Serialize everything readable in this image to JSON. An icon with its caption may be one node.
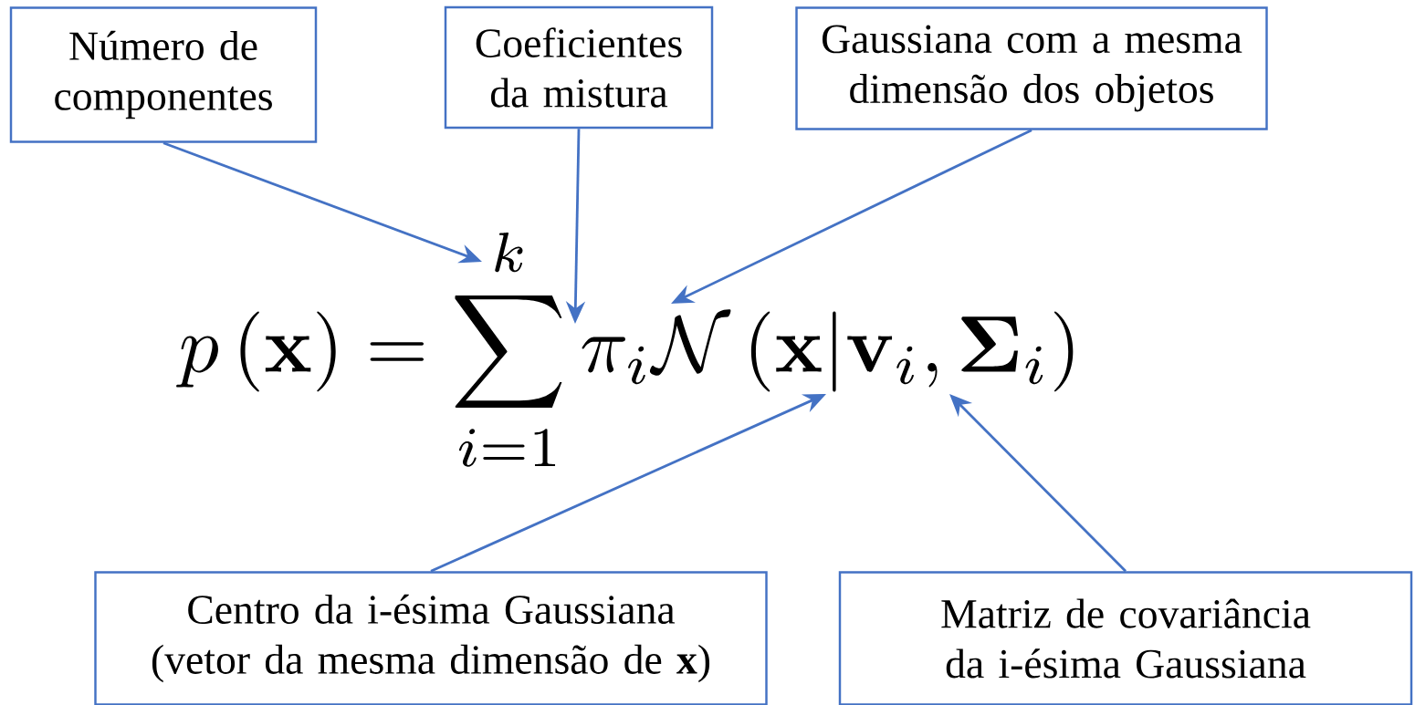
{
  "diagram": {
    "nodes": [
      {
        "text": [
          "Número de componentes"
        ]
      },
      {
        "text": [
          "Coeficientes da mistura"
        ]
      },
      {
        "text": [
          "Gaussiana com a mesma dimensão dos objetos"
        ]
      },
      {
        "text": [
          "Centro da i-ésima Gaussiana (vetor da mesma dimensão de **x**)"
        ]
      },
      {
        "text": [
          "Matriz de covariância da i-ésima Gaussiana"
        ]
      },
      {
        "text": [
          "p\\left(\\mathbf{x}\\right)=\\sum_{i=1}^{k}\\pi_i\\mathcal{N}\\left(\\mathbf{x}\\middle|\\mathbf{v}_i,\\boldsymbol{\\Sigma}_i\\right)"
        ]
      }
    ],
    "edges": [
      {
        "from": 0,
        "to": 5,
        "arrow": "to"
      },
      {
        "from": 1,
        "to": 5,
        "arrow": "to"
      },
      {
        "from": 2,
        "to": 5,
        "arrow": "to"
      },
      {
        "from": 3,
        "to": 5,
        "arrow": "to"
      },
      {
        "from": 4,
        "to": 5,
        "arrow": "to"
      }
    ]
  }
}
